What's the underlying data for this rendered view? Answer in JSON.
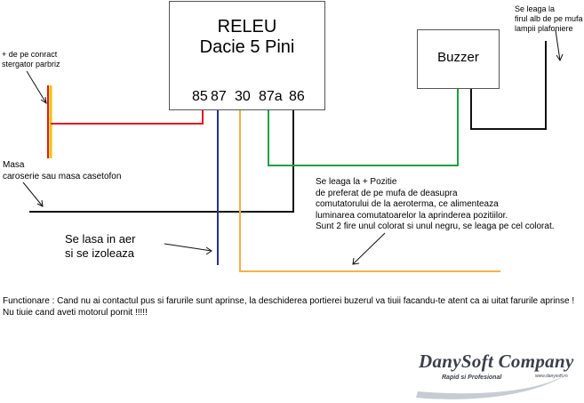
{
  "relay": {
    "title_line1": "RELEU",
    "title_line2": "Dacie 5 Pini",
    "pins": [
      "85",
      "87",
      "30",
      "87a",
      "86"
    ]
  },
  "buzzer": {
    "label": "Buzzer"
  },
  "notes": {
    "wiper": [
      "+ de pe conract",
      "stergator parbriz"
    ],
    "plafoniera": [
      "Se leaga la",
      "firul alb de pe mufa",
      "lampii plafoniere"
    ],
    "masa": [
      "Masa",
      "caroserie sau masa casetofon"
    ],
    "pozitie": [
      "Se leaga la + Pozitie",
      "de preferat de pe mufa de deasupra",
      "comutatorului de la aeroterma, ce alimenteaza",
      "luminarea comutatoarelor la aprinderea pozitiilor.",
      "Sunt 2 fire unul colorat si unul negru, se leaga pe cel colorat."
    ],
    "aer": [
      "Se lasa in aer",
      "si se izoleaza"
    ]
  },
  "description": [
    "Functionare :  Cand nu ai contactul pus si farurile sunt aprinse, la deschiderea portierei buzerul va tiuii facandu-te atent ca ai uitat farurile aprinse !",
    "Nu tiuie cand aveti motorul pornit !!!!!"
  ],
  "logo": {
    "name": "DanySoft  Company",
    "tagline": "Rapid si Profesional",
    "url": "www.danysoft.ro"
  },
  "colors": {
    "wire_red": "#e8141c",
    "wire_black": "#111111",
    "wire_green": "#16a14a",
    "wire_orange": "#f5b04a",
    "wire_blue": "#2b2f8f",
    "wire_yellow": "#f2c200",
    "logo_text": "#3a3f4a"
  }
}
